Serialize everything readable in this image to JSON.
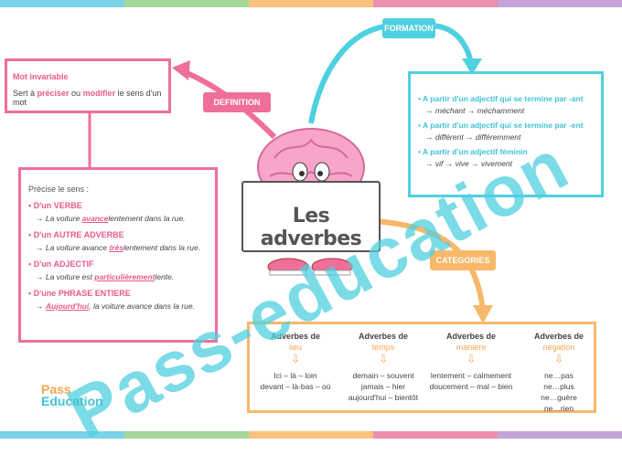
{
  "stripe_colors": [
    "#7ad3e7",
    "#a5d89a",
    "#f7c27e",
    "#ef8fb0",
    "#c5a3d9"
  ],
  "labels": {
    "definition": "DEFINITION",
    "formation": "FORMATION",
    "categories": "CATEGORIES"
  },
  "title": "Les adverbes",
  "definition_box": {
    "title": "Mot invariable",
    "line_pre": "Sert à ",
    "w1": "préciser",
    "mid": " ou ",
    "w2": "modifier",
    "post": " le sens d'un mot"
  },
  "precise_box": {
    "intro": "Précise le sens :",
    "items": [
      {
        "head": "• D'un VERBE",
        "ex_pre": "→ La voiture ",
        "ex_b": "avance",
        "ex_u": "lentement",
        "ex_post": " dans la rue."
      },
      {
        "head": "• D'un AUTRE ADVERBE",
        "ex_pre": "→ La voiture avance ",
        "ex_b": "très",
        "ex_u": "lentement",
        "ex_post": " dans la rue."
      },
      {
        "head": "• D'un ADJECTIF",
        "ex_pre": "→ La voiture est ",
        "ex_b": "particulièrement",
        "ex_u": "lente.",
        "ex_post": ""
      },
      {
        "head": "• D'une PHRASE ENTIERE",
        "ex_pre": "→ ",
        "ex_b": "Aujourd'hui",
        "ex_u": ", la voiture avance dans la rue.",
        "ex_post": ""
      }
    ]
  },
  "formation_box": {
    "items": [
      {
        "head": "• A partir d'un adjectif qui se termine par -ant",
        "ex": "→ méchant → méchamment"
      },
      {
        "head": "• A partir d'un adjectif qui se termine par -ent",
        "ex": "→ différent → différemment"
      },
      {
        "head": "• A partir d'un adjectif féminin",
        "ex": "→ vif → vive → vivement"
      }
    ]
  },
  "categories_box": {
    "columns": [
      {
        "head": "Adverbes de",
        "sub": "lieu",
        "body": [
          "Ici – là – loin",
          "devant – là-bas – où"
        ]
      },
      {
        "head": "Adverbes de",
        "sub": "temps",
        "body": [
          "demain – souvent",
          "jamais – hier",
          "aujourd'hui – bientôt"
        ]
      },
      {
        "head": "Adverbes de",
        "sub": "manière",
        "body": [
          "lentement – calmement",
          "doucement – mal – bien"
        ]
      },
      {
        "head": "Adverbes de",
        "sub": "négation",
        "body": [
          "ne…pas",
          "ne…plus",
          "ne…guère",
          "ne…rien"
        ]
      }
    ]
  },
  "watermark": "Pass-education",
  "logo": {
    "line1": "Pass",
    "line2": "Education"
  }
}
